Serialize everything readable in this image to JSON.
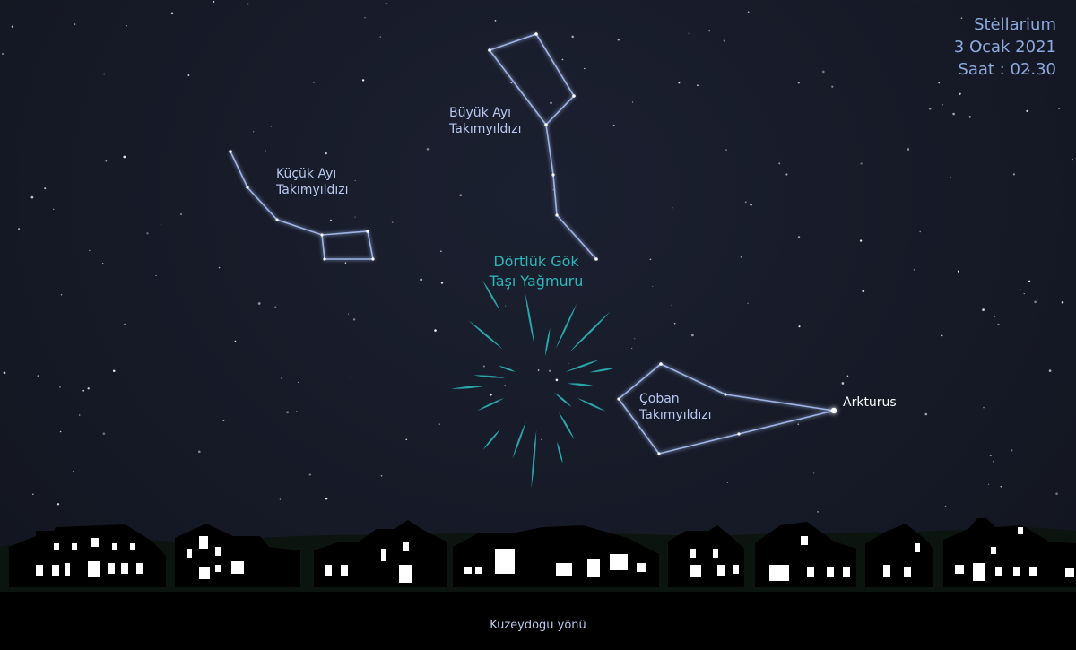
{
  "info": {
    "app": "Stellarium",
    "date": "3 Ocak 2021",
    "time": "Saat : 02.30"
  },
  "constellations": {
    "ursa_minor": {
      "line1": "Küçük Ayı",
      "line2": "Takımyıldızı"
    },
    "ursa_major": {
      "line1": "Büyük Ayı",
      "line2": "Takımyıldızı"
    },
    "bootes": {
      "line1": "Çoban",
      "line2": "Takımyıldızı"
    }
  },
  "meteor_shower": {
    "line1": "Dörtlük Gök",
    "line2": "Taşı Yağmuru"
  },
  "star": {
    "name": "Arkturus"
  },
  "direction": "Kuzeydoğu yönü",
  "colors": {
    "sky": "#161a27",
    "constellation_lines": "#9fb4e6",
    "labels": "#b9c8ee",
    "meteor": "#2aa6a8",
    "info_text": "#8ea9dd",
    "horizon": "#000000"
  }
}
